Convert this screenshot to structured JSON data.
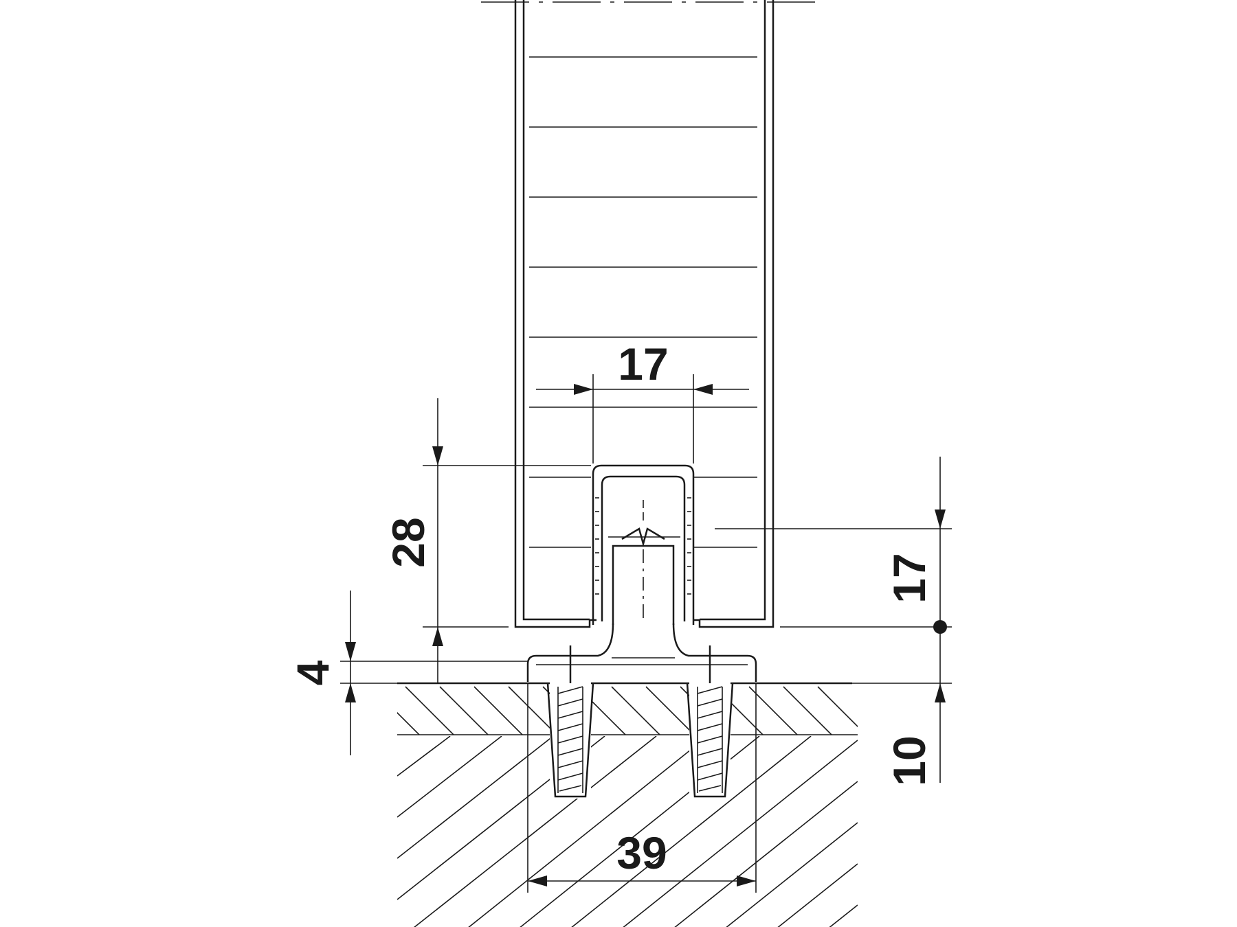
{
  "dimensions": {
    "slot_width": "17",
    "guide_height": "28",
    "offset_height": "17",
    "base_plate_thickness": "4",
    "embed_depth": "10",
    "base_width": "39"
  },
  "colors": {
    "line": "#1a1a1a",
    "background": "#ffffff"
  }
}
